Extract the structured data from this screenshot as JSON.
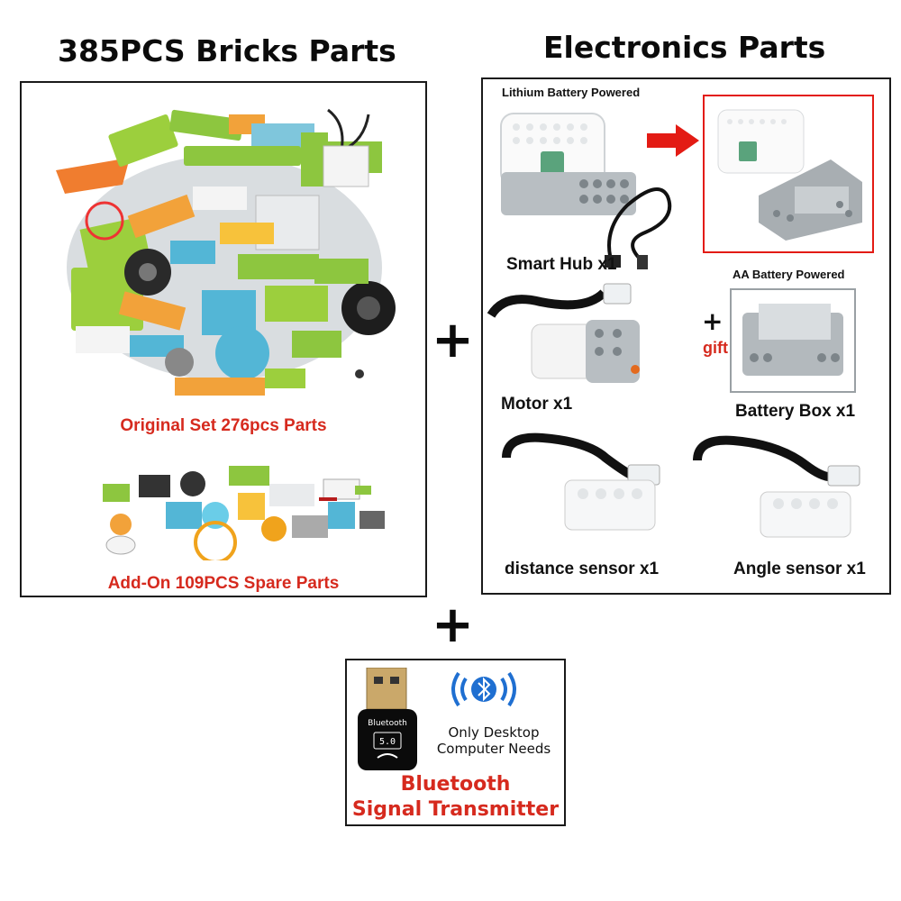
{
  "headings": {
    "bricks": "385PCS Bricks Parts",
    "electronics": "Electronics Parts"
  },
  "bricks_panel": {
    "original_caption": "Original Set 276pcs Parts",
    "addon_caption": "Add-On 109PCS Spare Parts"
  },
  "electronics_panel": {
    "lithium_label": "Lithium Battery Powered",
    "smart_hub_label": "Smart Hub x1",
    "aa_label": "AA Battery Powered",
    "motor_label": "Motor x1",
    "gift_plus": "+",
    "gift_label": "gift",
    "battery_box_label": "Battery Box x1",
    "distance_label": "distance sensor x1",
    "angle_label": "Angle sensor x1"
  },
  "plus_signs": {
    "middle": "+",
    "bottom": "+"
  },
  "bluetooth_panel": {
    "dongle_text": "Bluetooth",
    "dongle_version": "5.0",
    "note_line1": "Only Desktop",
    "note_line2": "Computer Needs",
    "title_line1": "Bluetooth",
    "title_line2": "Signal Transmitter"
  },
  "colors": {
    "caption_red": "#d62a1e",
    "arrow_red": "#e31b14",
    "bluetooth_blue": "#1f6fd1",
    "border": "#1a1a1a"
  }
}
